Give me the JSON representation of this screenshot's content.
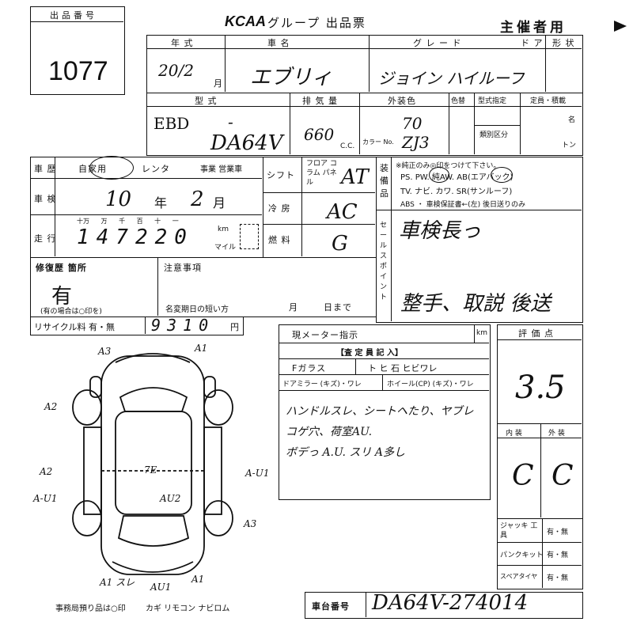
{
  "header": {
    "lot_label": "出品番号",
    "lot_number": "1077",
    "logo": "KCAA",
    "title": "グループ 出品票",
    "organizer": "主催者用"
  },
  "row1": {
    "year_label": "年 式",
    "name_label": "車 名",
    "grade_label": "グ レ ー ド",
    "door_label": "ド ア",
    "shape_label": "形 状",
    "year_value": "20/2",
    "month_unit": "月",
    "name_value": "エブリィ",
    "grade_value": "ジョイン ハイルーフ"
  },
  "row2": {
    "model_label": "型 式",
    "disp_label": "排 気 量",
    "color_label": "外装色",
    "color2_label": "色替",
    "type_label": "型式指定",
    "capacity_label": "定員・積載",
    "class_label": "類別区分",
    "name_unit": "名",
    "ton_unit": "トン",
    "model_prefix": "EBD",
    "model_dash": "-",
    "model_value": "DA64V",
    "disp_value": "660",
    "cc_unit": "C.C.",
    "color_value": "70",
    "color_no_label": "カラー No.",
    "color_no_value": "ZJ3"
  },
  "history": {
    "label": "車 歴",
    "options": "自家用",
    "rental": "レンタ",
    "business": "事業 営業車"
  },
  "shaken": {
    "label": "車 検",
    "year": "10",
    "year_unit": "年",
    "month": "2",
    "month_unit": "月"
  },
  "mileage": {
    "label": "走 行",
    "scale": "十万 万 千 百 十 一",
    "value": "147220",
    "km": "km",
    "mile": "マイル"
  },
  "shift": {
    "label": "シフト",
    "options": "フロア コラム パネル",
    "value": "AT"
  },
  "aircon": {
    "label": "冷 房",
    "value": "AC"
  },
  "fuel": {
    "label": "燃 料",
    "value": "G"
  },
  "equipment": {
    "label": "装 備 品",
    "note": "※純正のみ◎印をつけて下さい。",
    "line1": "PS. PW. 純AW. AB(エアバック)",
    "line2": "TV. ナビ. カワ. SR(サンルーフ)",
    "line3": "ABS ・ 車検保証書←(左) 後日送りのみ"
  },
  "sales_point": {
    "label": "セールスポイント",
    "line1": "車検長っ",
    "line2": "整手、取説 後送"
  },
  "repair": {
    "label": "修復歴 箇所",
    "value": "有",
    "note": "(有の場合は○印を)"
  },
  "caution": {
    "label": "注意事項",
    "rename": "名変期日の短い方",
    "month": "月",
    "day": "日まで"
  },
  "recycle": {
    "label": "リサイクル料 有・無",
    "value": "9310",
    "unit": "円"
  },
  "meter": {
    "label": "現メーター指示",
    "unit": "km"
  },
  "inspection": {
    "header": "【査 定 員 記 入】",
    "glass": "Fガラス",
    "glass_opts": "ト ヒ 石  ヒビワレ",
    "mirror": "ドアミラー (キズ)・ワレ",
    "wheel": "ホイール(CP) (キズ)・ワレ",
    "notes": [
      "ハンドルスレ、シートヘたり、ヤブレ",
      "コゲ穴、荷室AU.",
      "ボデっ A.U. スリ A多し"
    ]
  },
  "score": {
    "label": "評 価 点",
    "value": "3.5",
    "interior_label": "内 装",
    "exterior_label": "外 装",
    "interior": "C",
    "exterior": "C"
  },
  "tools": {
    "jack": "ジャッキ 工 具",
    "puncture": "パンクキット",
    "spare": "スペアタイヤ",
    "opt": "有・無"
  },
  "vin": {
    "label": "車台番号",
    "value": "DA64V-274014"
  },
  "footer": {
    "note": "事務局預り品は○印",
    "items": "カギ リモコン ナビロム"
  },
  "diagram": {
    "marks": [
      "A3",
      "A1",
      "A2",
      "A2",
      "A-U1",
      "A-U1",
      "A3",
      "A1 スレ",
      "AU1",
      "A1",
      "AU2",
      "7E"
    ]
  }
}
